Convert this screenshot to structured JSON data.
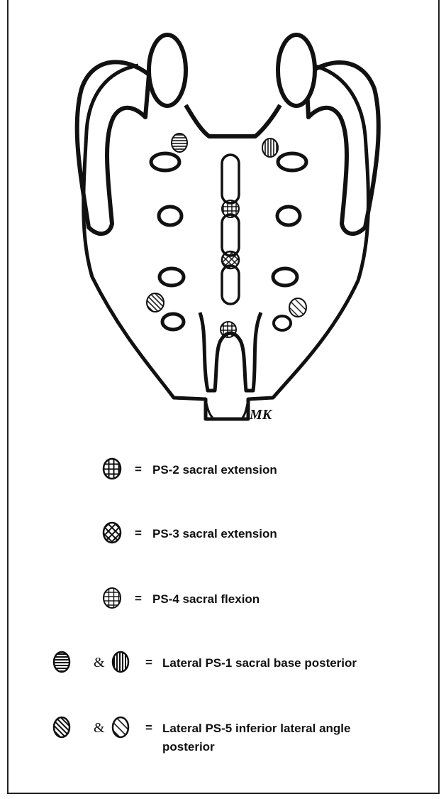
{
  "signature": "MK",
  "legend": {
    "ps2": {
      "equals": "=",
      "label": "PS-2 sacral extension"
    },
    "ps3": {
      "equals": "=",
      "label": "PS-3 sacral extension"
    },
    "ps4": {
      "equals": "=",
      "label": "PS-4 sacral flexion"
    },
    "ps1": {
      "amp": "&",
      "equals": "=",
      "label": "Lateral PS-1 sacral base posterior"
    },
    "ps5": {
      "amp": "&",
      "equals": "=",
      "label_line1": "Lateral PS-5 inferior lateral angle",
      "label_line2": "posterior"
    }
  }
}
